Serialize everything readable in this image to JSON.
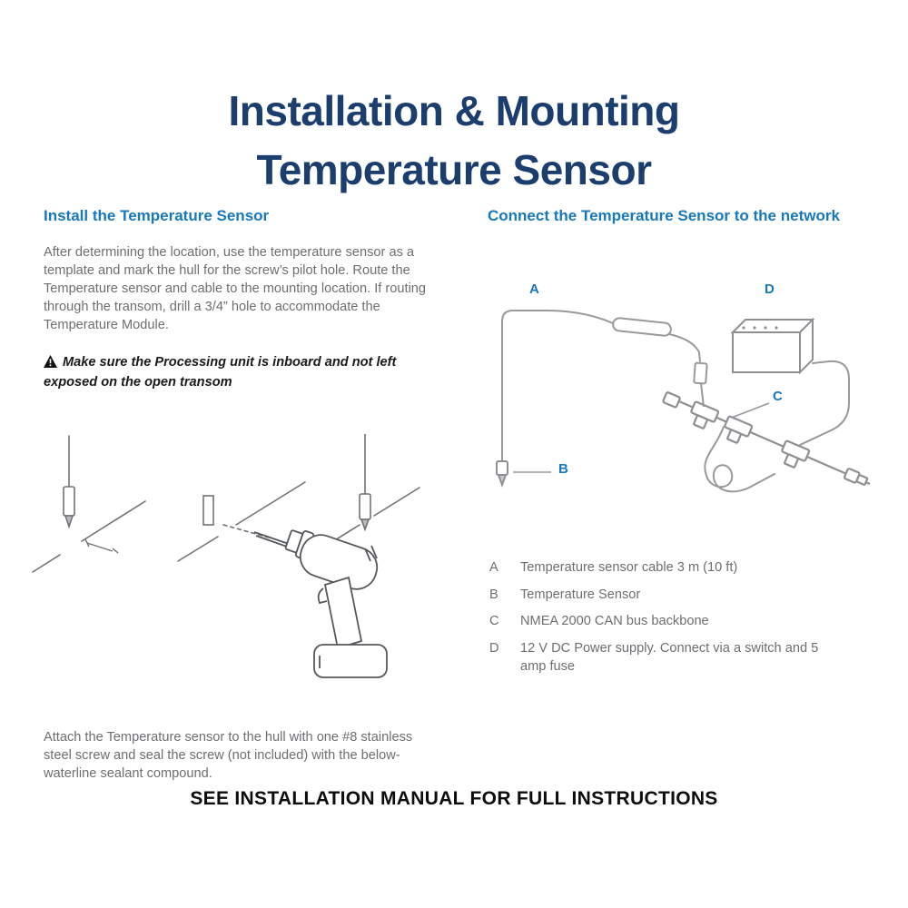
{
  "colors": {
    "title_navy": "#1c3e6e",
    "heading_blue": "#1778bc",
    "body_gray": "#6d6e71",
    "line_art_gray": "#97999c",
    "footer_black": "#0d0d0d"
  },
  "title": {
    "line1": "Installation & Mounting",
    "line2": "Temperature Sensor"
  },
  "left": {
    "heading": "Install the Temperature Sensor",
    "body1": "After determining the location, use the temperature sensor as a template and mark the hull for the screw’s pilot hole. Route the Temperature sensor and cable to the mounting location. If routing through the transom, drill a 3/4” hole to accommodate the Temperature Module.",
    "warning_icon": "warning-triangle",
    "warning": "Make sure the Processing unit is inboard and not left exposed on the open transom",
    "body2": "Attach the Temperature sensor to the hull with one #8 stainless steel screw and seal the screw (not included) with the below-waterline sealant compound."
  },
  "right": {
    "heading": "Connect the Temperature Sensor to the network",
    "labels": {
      "a": "A",
      "b": "B",
      "c": "C",
      "d": "D"
    },
    "legend": [
      {
        "letter": "A",
        "text": "Temperature sensor cable 3 m (10 ft)"
      },
      {
        "letter": "B",
        "text": "Temperature Sensor"
      },
      {
        "letter": "C",
        "text": "NMEA 2000 CAN bus backbone"
      },
      {
        "letter": "D",
        "text": "12 V DC Power supply. Connect via a switch and 5 amp fuse"
      }
    ]
  },
  "footer": {
    "text": "SEE INSTALLATION MANUAL FOR FULL INSTRUCTIONS"
  }
}
